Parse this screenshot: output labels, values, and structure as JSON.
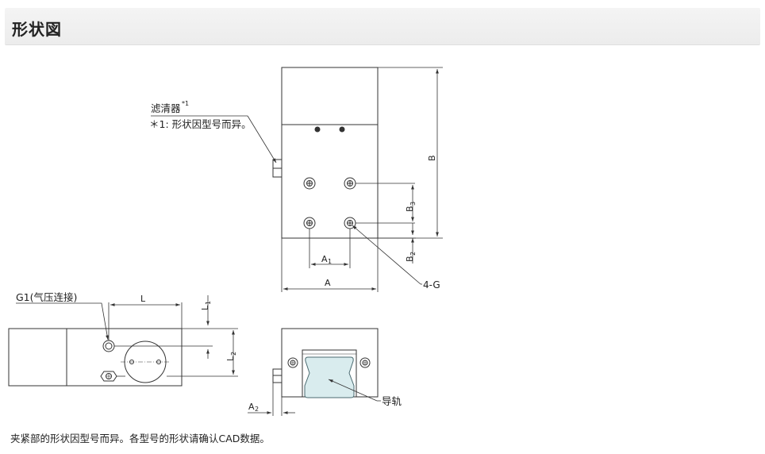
{
  "header": {
    "title": "形状図"
  },
  "callouts": {
    "filter": "滤清器",
    "filter_ref": "*1",
    "filter_note": "＊1: 形状因型号而异。",
    "g1": "G1(气压连接)",
    "guide_rail": "导轨"
  },
  "dimensions": {
    "A": "A",
    "A1": "A",
    "A1_sub": "1",
    "B": "B",
    "B2": "B",
    "B2_sub": "2",
    "B3": "B",
    "B3_sub": "3",
    "G4": "4-G",
    "L": "L",
    "L1": "L",
    "L1_sub": "1",
    "L2": "L",
    "L2_sub": "2",
    "A2": "A",
    "A2_sub": "2"
  },
  "footer": {
    "note": "夹紧部的形状因型号而异。各型号的形状请确认CAD数据。"
  },
  "colors": {
    "line": "#333333",
    "rail_fill": "#d9ecee",
    "rail_stroke": "#4a6a70"
  }
}
